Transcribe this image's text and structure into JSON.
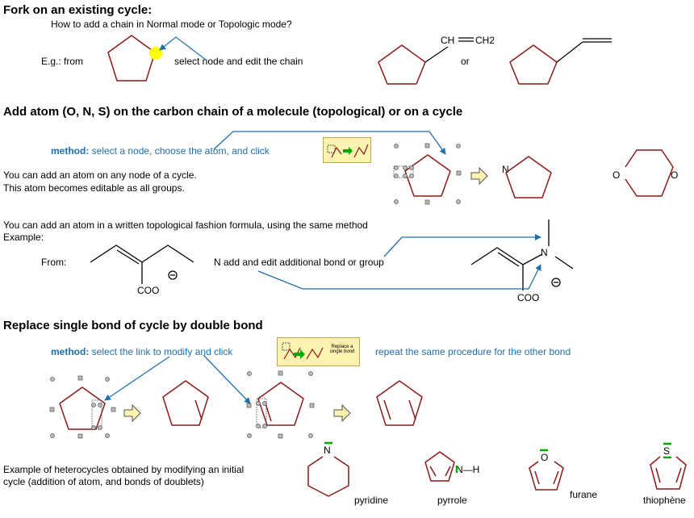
{
  "section1": {
    "title": "Fork on an existing cycle:",
    "question": "How to add a chain in Normal mode or Topologic mode?",
    "example_label": "E.g.: from",
    "annotation": "select node and edit the chain",
    "vinyl_top": "CH",
    "vinyl_right": "CH",
    "vinyl_sub": "2",
    "or_label": "or"
  },
  "section2": {
    "title": "Add atom (O, N, S) on the carbon chain of a molecule (topological) or on a cycle",
    "method_prefix": "method:",
    "method_text": "select a node, choose the atom, and click",
    "cycle_line1": "You can add an atom on any node of a cycle.",
    "cycle_line2": "This atom becomes editable as all groups.",
    "formula_line1": "You can add an atom in a written topological fashion formula, using the same method",
    "formula_line2": "Example:",
    "from_label": "From:",
    "add_edit": "N add and edit additional bond or group",
    "atom_n": "N",
    "atom_o": "O",
    "coo": "COO",
    "minus": "−"
  },
  "section3": {
    "title": "Replace single bond of cycle by double bond",
    "method_prefix": "method:",
    "method_text": "select the link to modify and click",
    "repeat": "repeat the same procedure for the other bond",
    "button_line1": "Replace a",
    "button_line2": "single bond",
    "hetero_line1": "Example of heterocycles obtained by modifying an initial",
    "hetero_line2": "cycle (addition of atom, and bonds of doublets)",
    "names": {
      "pyridine": "pyridine",
      "pyrrole": "pyrrole",
      "furane": "furane",
      "thiophene": "thiophène"
    },
    "atoms": {
      "n": "N",
      "nh": "N—H",
      "o": "O",
      "s": "S"
    }
  },
  "colors": {
    "bond": "#8b1a1a",
    "arrow": "#1f6fae",
    "highlight": "#ffff00",
    "toolbar": "#fdf3b0",
    "green": "#00aa00",
    "method": "#1f6fae"
  }
}
